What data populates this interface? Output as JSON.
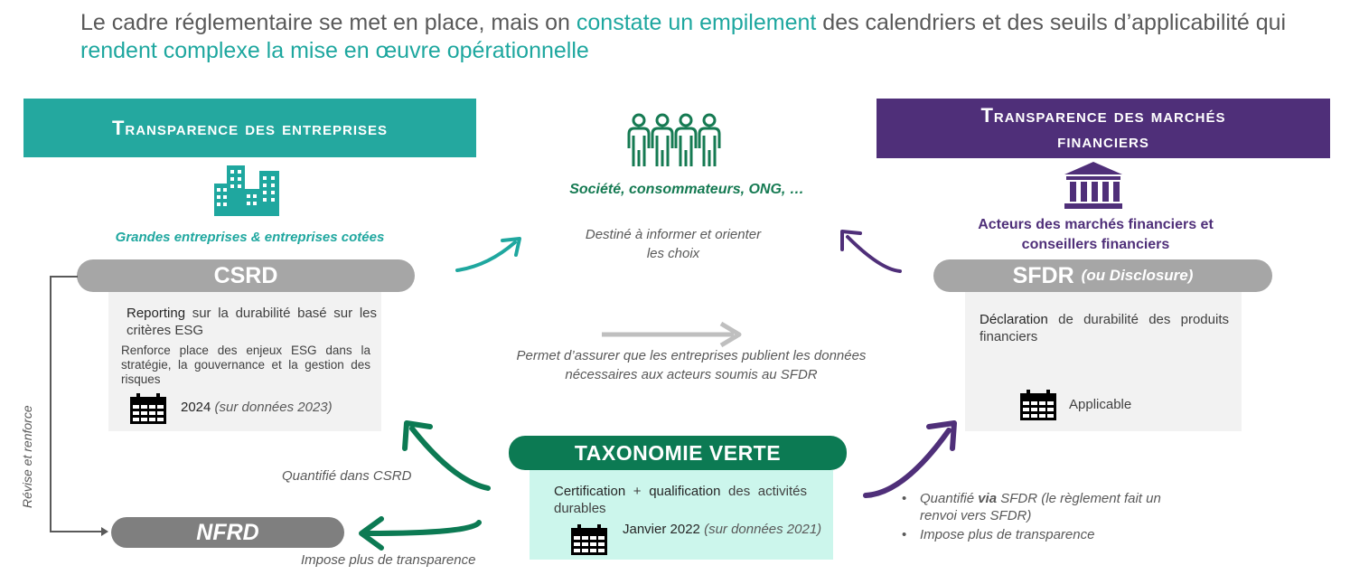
{
  "title": {
    "part1": "Le cadre réglementaire se met en place, mais on ",
    "hl1": "constate un empilement",
    "part2": " des calendriers et des seuils d’applicabilité qui ",
    "hl2": "rendent complexe la mise en œuvre opérationnelle"
  },
  "left": {
    "banner": "Transparence des entreprises",
    "subtitle": "Grandes entreprises & entreprises cotées",
    "pill": "CSRD",
    "desc_bold": "Reporting",
    "desc_rest": " sur la durabilité basé sur les critères ESG",
    "desc2": "Renforce place des enjeux ESG dans la stratégie, la gouvernance et la gestion des risques",
    "date_main": "2024",
    "date_note": "(sur données 2023)"
  },
  "center": {
    "society": "Société, consommateurs, ONG, …",
    "inform": "Destiné à informer et orienter les choix",
    "allow": "Permet d’assurer que les entreprises publient les données nécessaires aux acteurs soumis au SFDR",
    "taxo_pill": "TAXONOMIE VERTE",
    "taxo_b1": "Certification",
    "taxo_mid": " + ",
    "taxo_b2": "qualification",
    "taxo_rest": " des activités durables",
    "taxo_date_main": "Janvier 2022",
    "taxo_date_note": "(sur données 2021)",
    "quantified_csrd": "Quantifié dans CSRD",
    "impose": "Impose plus de transparence"
  },
  "right": {
    "banner": "Transparence des marchés financiers",
    "subtitle": "Acteurs des marchés financiers et conseillers financiers",
    "pill_main": "SFDR",
    "pill_note": "(ou Disclosure)",
    "desc_bold": "Déclaration",
    "desc_rest": " de durabilité des produits financiers",
    "status": "Applicable",
    "bullets": [
      {
        "pre": "Quantifié ",
        "bold": "via",
        "post": " SFDR (le règlement fait un renvoi vers SFDR)"
      },
      {
        "pre": "Impose plus de transparence",
        "bold": "",
        "post": ""
      }
    ]
  },
  "nfrd": {
    "pill": "NFRD",
    "revise": "Révise et renforce"
  },
  "colors": {
    "teal": "#24a89f",
    "purple": "#4f2f79",
    "green": "#0c7a53",
    "gray": "#a6a6a6",
    "mint": "#ccf6ec"
  },
  "icons": [
    "buildings-icon",
    "people-icon",
    "bank-icon",
    "calendar-icon"
  ]
}
